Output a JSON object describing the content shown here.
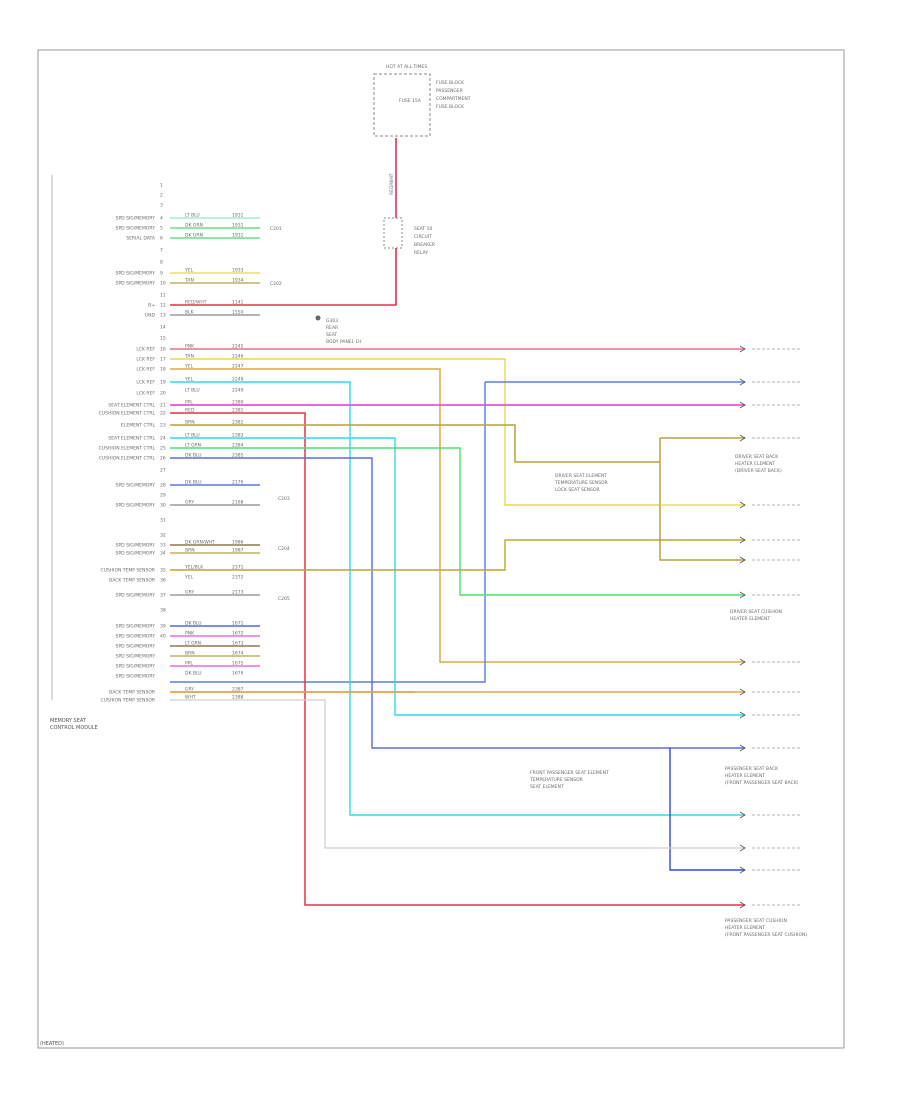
{
  "module": {
    "name_lines": [
      "MEMORY SEAT",
      "CONTROL MODULE"
    ],
    "pins": [
      "1",
      "2",
      "3",
      "4",
      "5",
      "6",
      "7",
      "8",
      "9",
      "10",
      "11",
      "12",
      "13",
      "14",
      "15",
      "16",
      "17",
      "18",
      "19",
      "20",
      "21",
      "22",
      "23",
      "24",
      "25",
      "26",
      "27",
      "28",
      "29",
      "30",
      "31",
      "32",
      "33",
      "34",
      "35",
      "36",
      "37",
      "38",
      "39",
      "40"
    ]
  },
  "left_labels": [
    "SPD SIG/MEMORY",
    "SPD SIG/MEMORY",
    "SERIAL DATA",
    "SPD SIG/MEMORY",
    "SPD SIG/MEMORY",
    "B+",
    "GND",
    "LCK REF",
    "LCK REF",
    "LCK REF",
    "LCK REF",
    "LCK REF",
    "SEAT ELEMENT CTRL",
    "CUSHION ELEMENT CTRL",
    "ELEMENT CTRL",
    "SEAT ELEMENT CTRL",
    "CUSHION ELEMENT CTRL",
    "CUSHION ELEMENT CTRL",
    "SPD SIG/MEMORY",
    "SPD SIG/MEMORY",
    "SPD SIG/MEMORY",
    "SPD SIG/MEMORY",
    "CUSHION TEMP SENSOR",
    "BACK TEMP SENSOR",
    "SPD SIG/MEMORY",
    "SPD SIG/MEMORY",
    "SPD SIG/MEMORY",
    "SPD SIG/MEMORY",
    "SPD SIG/MEMORY",
    "SPD SIG/MEMORY",
    "SPD SIG/MEMORY",
    "BACK TEMP SENSOR",
    "CUSHION TEMP SENSOR"
  ],
  "wire_colors": [
    "LT BLU",
    "DK GRN",
    "DK GRN",
    "YEL",
    "TAN",
    "RED/WHT",
    "BLK",
    "PNK",
    "TAN",
    "YEL",
    "YEL",
    "LT BLU",
    "PPL",
    "RED",
    "BRN",
    "LT BLU",
    "LT GRN",
    "DK BLU",
    "DK BLU",
    "GRY",
    "DK GRN/WHT",
    "BRN",
    "YEL/BLK",
    "YEL",
    "GRY",
    "DK BLU",
    "PNK",
    "LT GRN",
    "BRN",
    "PPL",
    "DK BLU",
    "GRY",
    "WHT"
  ],
  "circuit_numbers": [
    "1931",
    "1931",
    "1931",
    "1933",
    "1934",
    "1141",
    "1550",
    "2245",
    "2246",
    "2247",
    "2248",
    "2249",
    "2380",
    "2381",
    "2382",
    "2383",
    "2384",
    "2385",
    "2176",
    "2168",
    "1986",
    "1987",
    "2371",
    "2372",
    "2173",
    "1671",
    "1672",
    "1673",
    "1674",
    "1675",
    "1676",
    "2387",
    "2388"
  ],
  "top_component": {
    "header": "HOT AT ALL TIMES",
    "side_text": [
      "FUSE BLOCK",
      "PASSENGER",
      "COMPARTMENT",
      "FUSE BLOCK"
    ],
    "fuse_label": "FUSE 15A"
  },
  "fuse2": {
    "label": [
      "SEAT 10",
      "CIRCUIT",
      "BREAKER",
      "RELAY"
    ],
    "wire": "RED/WHT"
  },
  "ground": {
    "lines": [
      "G303",
      "REAR",
      "SEAT",
      "BODY PANEL LH"
    ]
  },
  "connector_tags": [
    "C201",
    "C202",
    "C203",
    "C204",
    "C205"
  ],
  "right_components": [
    {
      "lines": [
        "DRIVER SEAT BACK",
        "HEATER ELEMENT",
        "(DRIVER SEAT BACK)"
      ]
    },
    {
      "lines": [
        "DRIVER SEAT CUSHION",
        "HEATER ELEMENT"
      ]
    },
    {
      "lines": [
        "PASSENGER SEAT BACK",
        "HEATER ELEMENT",
        "(FRONT PASSENGER SEAT BACK)"
      ]
    },
    {
      "lines": [
        "PASSENGER SEAT CUSHION",
        "HEATER ELEMENT",
        "(FRONT PASSENGER SEAT CUSHION)"
      ]
    }
  ],
  "middle_labels": [
    {
      "lines": [
        "DRIVER SEAT ELEMENT",
        "TEMPERATURE SENSOR",
        "LOCK SEAT SENSOR"
      ]
    },
    {
      "lines": [
        "FRONT PASSENGER SEAT ELEMENT",
        "TEMPERATURE SENSOR",
        "SEAT ELEMENT"
      ]
    }
  ],
  "footer": "(HEATED)",
  "colors": {
    "pink": "#f06b8a",
    "yellow": "#e8d84a",
    "tan": "#d9a84a",
    "blue": "#5b7de0",
    "magenta": "#e84fd6",
    "red": "#e8304a",
    "olive": "#b8a040",
    "green": "#4fe06a",
    "cyan": "#34d8e8",
    "darkblue": "#2f4ad8",
    "gray": "#b8b8b8",
    "lightgray": "#cfcfcf"
  }
}
